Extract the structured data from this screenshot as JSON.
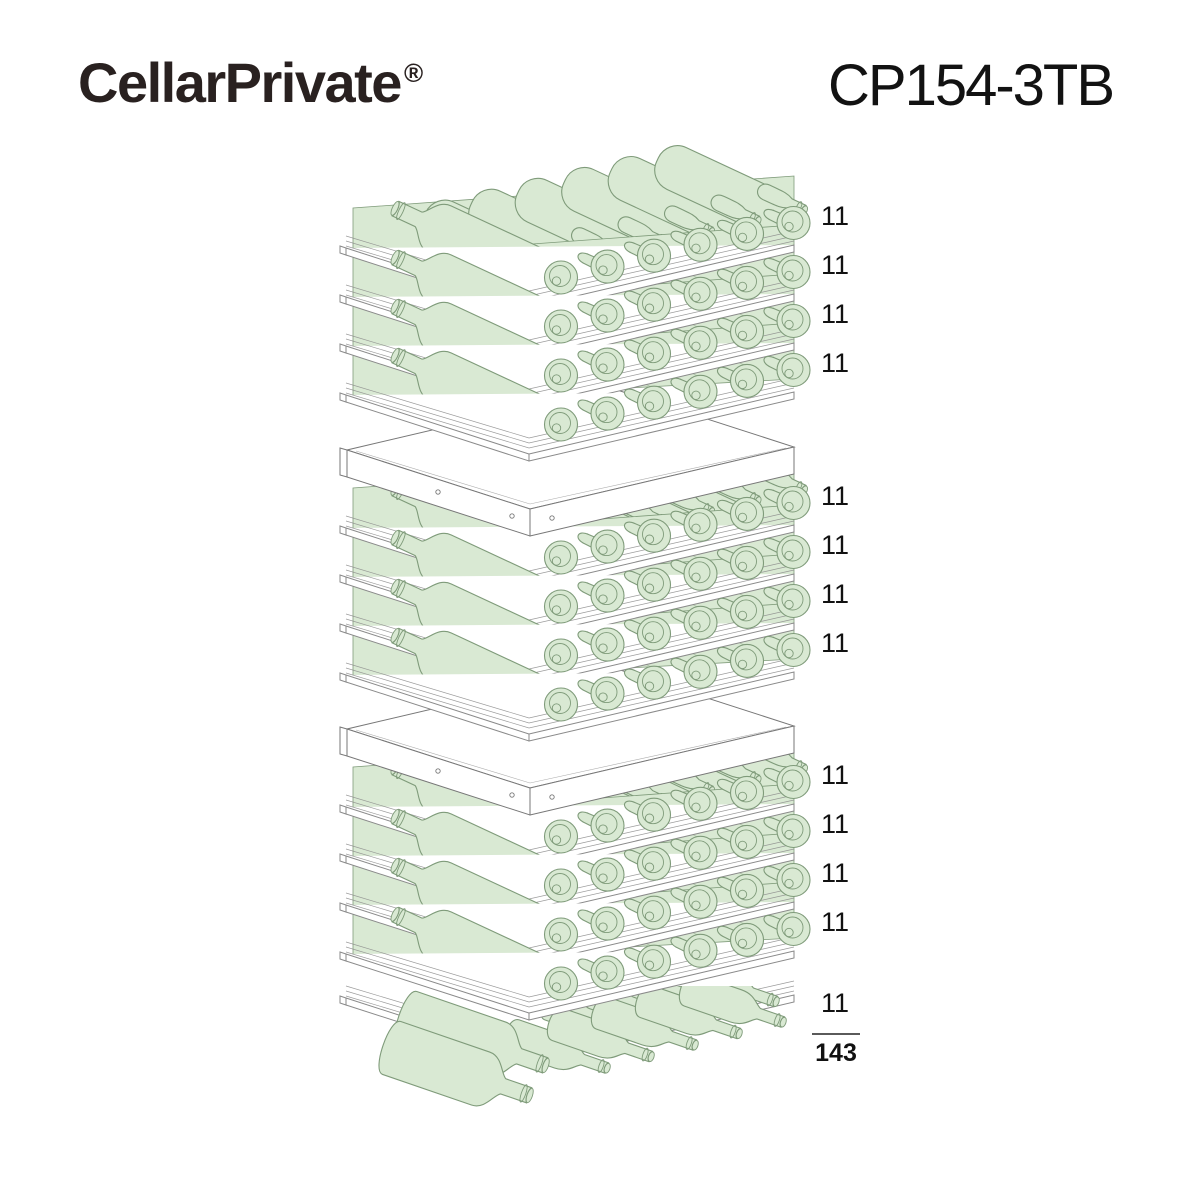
{
  "header": {
    "brand": "CellarPrivate",
    "registered_mark": "®",
    "model": "CP154-3TB"
  },
  "capacity": {
    "shelf_counts": [
      11,
      11,
      11,
      11,
      11,
      11,
      11,
      11,
      11,
      11,
      11,
      11,
      11
    ],
    "total": "143"
  },
  "diagram": {
    "type": "isometric-wine-rack-capacity",
    "sections": [
      {
        "name": "top-zone",
        "shelves": 4,
        "bottles_per_shelf": 11
      },
      {
        "name": "middle-zone",
        "shelves": 4,
        "bottles_per_shelf": 11
      },
      {
        "name": "bottom-zone",
        "shelves": 4,
        "bottles_per_shelf": 11
      }
    ],
    "floor_row": {
      "bottles": 11
    },
    "colors": {
      "bottle_fill": "#d9e9d3",
      "bottle_stroke": "#7f9b7a",
      "frame_stroke": "#8a8a8a",
      "divider_stroke": "#777777",
      "text": "#111111",
      "brand_text": "#292120",
      "background": "#ffffff"
    }
  }
}
